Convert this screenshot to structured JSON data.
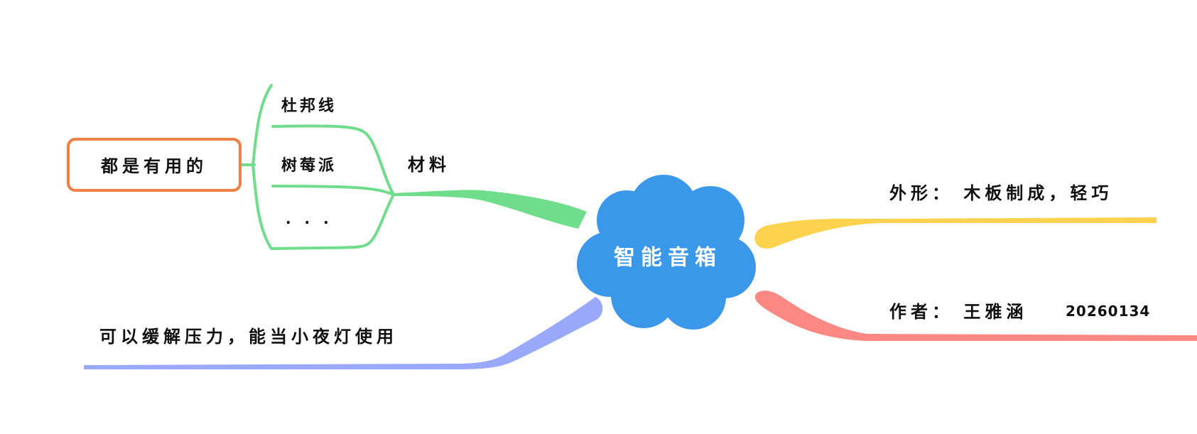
{
  "center": {
    "label": "智能音箱",
    "color": "#3a97ea"
  },
  "branches": {
    "materials": {
      "label": "材料",
      "color": "#6fdd8b",
      "items": [
        "杜邦线",
        "树莓派",
        "· · ·"
      ],
      "summary": {
        "label": "都是有用的",
        "border_color": "#ef7f45"
      }
    },
    "appearance": {
      "label": "外形：  木板制成，轻巧",
      "color": "#fdd24f"
    },
    "author": {
      "label": "作者：  王雅涵",
      "id": "20260134",
      "color": "#fb8882"
    },
    "usage": {
      "label": "可以缓解压力，能当小夜灯使用",
      "color": "#9aa9fb"
    }
  }
}
